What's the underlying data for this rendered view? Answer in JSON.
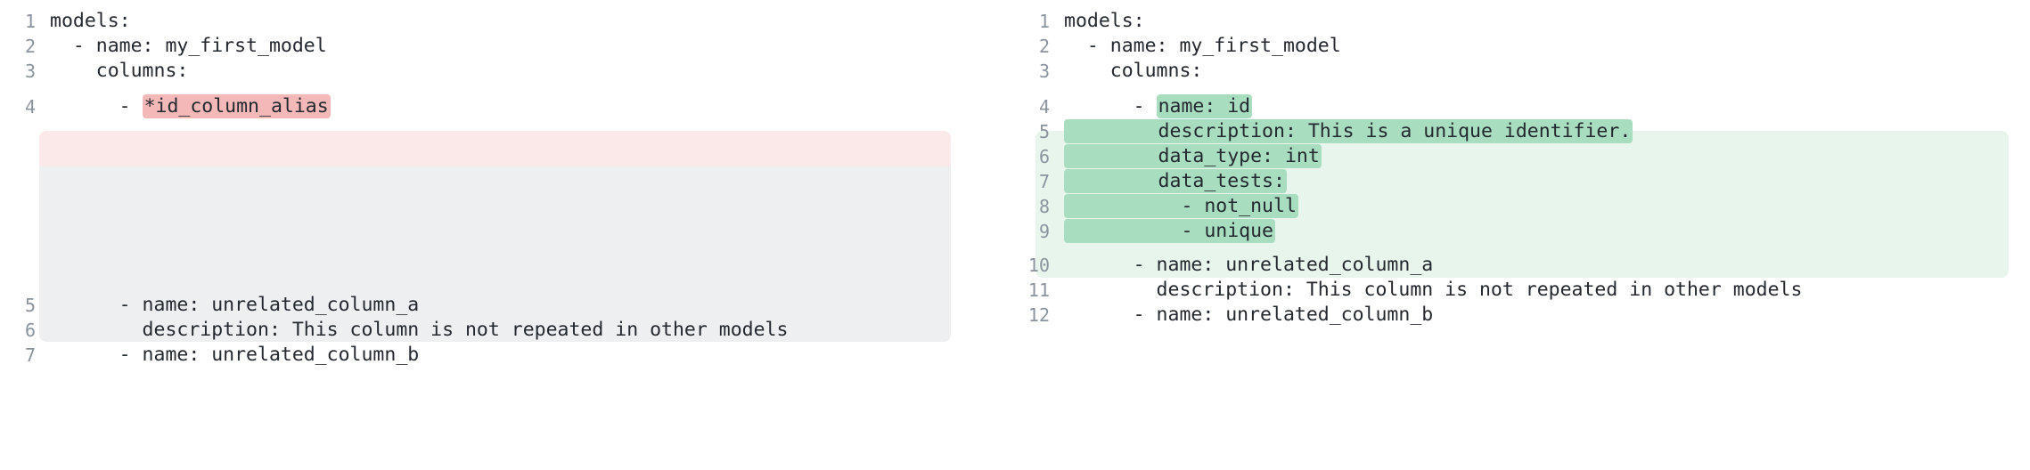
{
  "view": {
    "type": "side-by-side-code-diff",
    "language": "yaml",
    "colors": {
      "page_background": "#ffffff",
      "text": "#24292f",
      "line_number": "#8b949e",
      "deleted_row_background": "#fbe9e9",
      "deleted_word_highlight": "#f5b8b8",
      "added_row_background": "#e8f5ec",
      "added_word_highlight": "#a8ddbf",
      "gap_placeholder_background": "#eeeff1"
    }
  },
  "left_panel": {
    "name": "before",
    "lines": [
      {
        "number": "1",
        "text": "models:",
        "indent": 0,
        "state": "context",
        "highlight": null
      },
      {
        "number": "2",
        "text": "  - name: my_first_model",
        "indent": 0,
        "state": "context",
        "highlight": null
      },
      {
        "number": "3",
        "text": "    columns:",
        "indent": 0,
        "state": "context",
        "highlight": null
      },
      {
        "number": "4",
        "prefix": "      - ",
        "highlight": "*id_column_alias",
        "suffix": "",
        "state": "deleted"
      },
      {
        "number": "",
        "text": "",
        "indent": 0,
        "state": "gap",
        "highlight": null
      },
      {
        "number": "5",
        "text": "      - name: unrelated_column_a",
        "indent": 0,
        "state": "context",
        "highlight": null
      },
      {
        "number": "6",
        "text": "        description: This column is not repeated in other models",
        "indent": 0,
        "state": "context",
        "highlight": null
      },
      {
        "number": "7",
        "text": "      - name: unrelated_column_b",
        "indent": 0,
        "state": "context",
        "highlight": null
      }
    ]
  },
  "right_panel": {
    "name": "after",
    "lines": [
      {
        "number": "1",
        "text": "models:",
        "state": "context",
        "prefix": null,
        "highlight": null
      },
      {
        "number": "2",
        "text": "  - name: my_first_model",
        "state": "context",
        "prefix": null,
        "highlight": null
      },
      {
        "number": "3",
        "text": "    columns:",
        "state": "context",
        "prefix": null,
        "highlight": null
      },
      {
        "number": "4",
        "state": "added",
        "prefix": "      - ",
        "highlight": "name: id",
        "suffix": ""
      },
      {
        "number": "5",
        "state": "added",
        "prefix": "",
        "highlight": "        description: This is a unique identifier.",
        "suffix": ""
      },
      {
        "number": "6",
        "state": "added",
        "prefix": "",
        "highlight": "        data_type: int",
        "suffix": ""
      },
      {
        "number": "7",
        "state": "added",
        "prefix": "",
        "highlight": "        data_tests:",
        "suffix": ""
      },
      {
        "number": "8",
        "state": "added",
        "prefix": "",
        "highlight": "          - not_null",
        "suffix": ""
      },
      {
        "number": "9",
        "state": "added",
        "prefix": "",
        "highlight": "          - unique",
        "suffix": ""
      },
      {
        "number": "10",
        "text": "      - name: unrelated_column_a",
        "state": "context",
        "prefix": null,
        "highlight": null
      },
      {
        "number": "11",
        "text": "        description: This column is not repeated in other models",
        "state": "context",
        "prefix": null,
        "highlight": null
      },
      {
        "number": "12",
        "text": "      - name: unrelated_column_b",
        "state": "context",
        "prefix": null,
        "highlight": null
      }
    ]
  }
}
